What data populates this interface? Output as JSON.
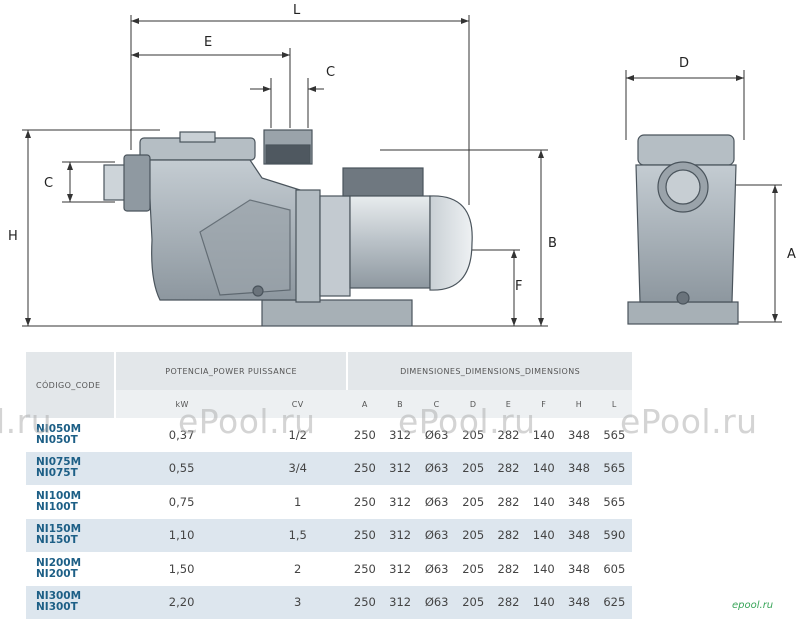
{
  "drawing": {
    "labels": {
      "L": "L",
      "E": "E",
      "C_top": "C",
      "C_left": "C",
      "H": "H",
      "B": "B",
      "F": "F",
      "D": "D",
      "A": "A"
    }
  },
  "table": {
    "header_code": "CÓDIGO_CODE",
    "header_power": "POTENCIA_POWER PUISSANCE",
    "header_dimensions": "DIMENSIONES_DIMENSIONS_DIMENSIONS",
    "sub_headers": [
      "kW",
      "CV",
      "A",
      "B",
      "C",
      "D",
      "E",
      "F",
      "H",
      "L"
    ],
    "rows": [
      {
        "code1": "NI050M",
        "code2": "NI050T",
        "kw": "0,37",
        "cv": "1/2",
        "a": "250",
        "b": "312",
        "c": "Ø63",
        "d": "205",
        "e": "282",
        "f": "140",
        "h": "348",
        "l": "565"
      },
      {
        "code1": "NI075M",
        "code2": "NI075T",
        "kw": "0,55",
        "cv": "3/4",
        "a": "250",
        "b": "312",
        "c": "Ø63",
        "d": "205",
        "e": "282",
        "f": "140",
        "h": "348",
        "l": "565"
      },
      {
        "code1": "NI100M",
        "code2": "NI100T",
        "kw": "0,75",
        "cv": "1",
        "a": "250",
        "b": "312",
        "c": "Ø63",
        "d": "205",
        "e": "282",
        "f": "140",
        "h": "348",
        "l": "565"
      },
      {
        "code1": "NI150M",
        "code2": "NI150T",
        "kw": "1,10",
        "cv": "1,5",
        "a": "250",
        "b": "312",
        "c": "Ø63",
        "d": "205",
        "e": "282",
        "f": "140",
        "h": "348",
        "l": "590"
      },
      {
        "code1": "NI200M",
        "code2": "NI200T",
        "kw": "1,50",
        "cv": "2",
        "a": "250",
        "b": "312",
        "c": "Ø63",
        "d": "205",
        "e": "282",
        "f": "140",
        "h": "348",
        "l": "605"
      },
      {
        "code1": "NI300M",
        "code2": "NI300T",
        "kw": "2,20",
        "cv": "3",
        "a": "250",
        "b": "312",
        "c": "Ø63",
        "d": "205",
        "e": "282",
        "f": "140",
        "h": "348",
        "l": "625"
      }
    ]
  },
  "watermarks": [
    "l.ru",
    "ePool.ru",
    "ePool.ru",
    "ePool.ru"
  ],
  "brand": "epool.ru"
}
